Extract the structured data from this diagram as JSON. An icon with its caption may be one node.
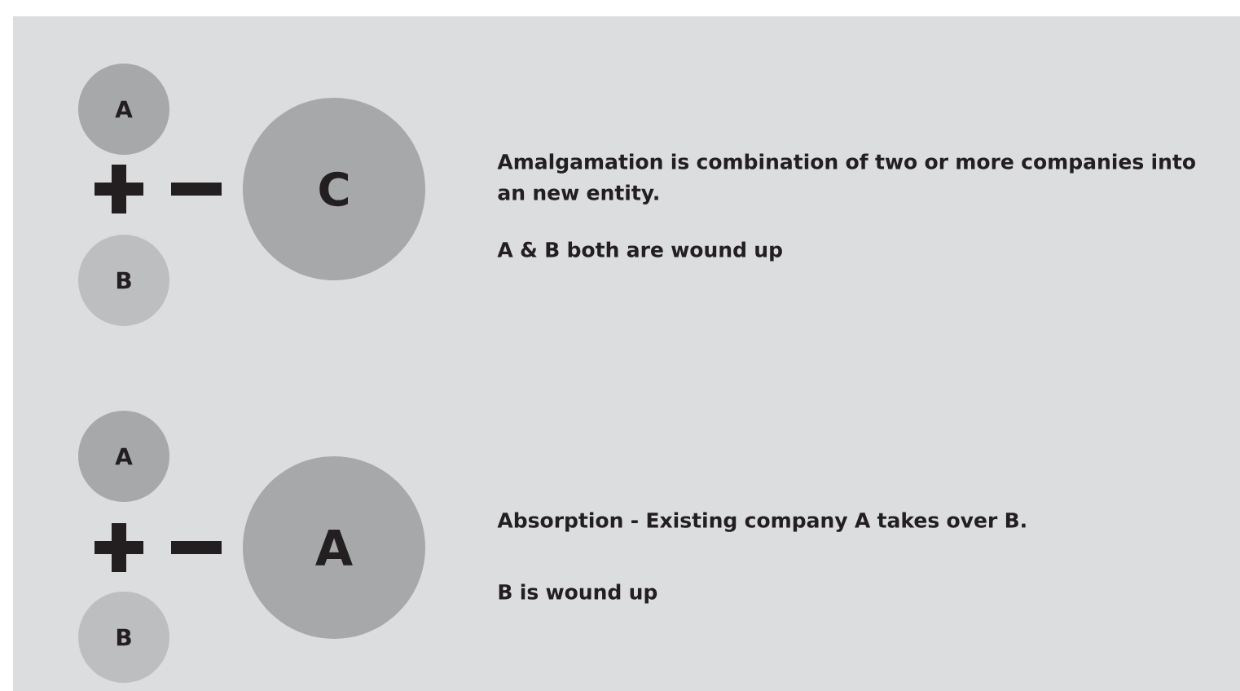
{
  "diagram": {
    "nodes": [
      {
        "text": [
          "A"
        ]
      },
      {
        "text": [
          "B"
        ]
      },
      {
        "text": [
          "C"
        ]
      },
      {
        "text": [
          "A"
        ]
      },
      {
        "text": [
          "B"
        ]
      },
      {
        "text": [
          "A"
        ]
      }
    ],
    "labels": [
      "Amalgamation is combination of two or more companies into an new entity.",
      "A & B both are wound up",
      "Absorption - Existing company A takes over B.",
      "B is wound up"
    ]
  }
}
